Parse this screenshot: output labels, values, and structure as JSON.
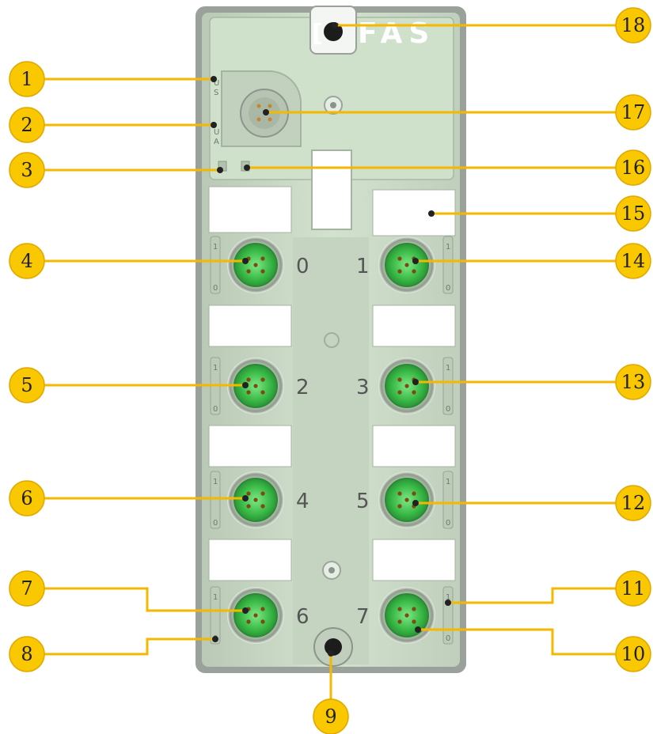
{
  "brand": {
    "logo_text": "FAS"
  },
  "port_numbers": [
    "0",
    "1",
    "2",
    "3",
    "4",
    "5",
    "6",
    "7"
  ],
  "led_labels": {
    "us": "U\nS",
    "ua": "U\nA",
    "one": "1",
    "zero": "0"
  },
  "callouts": [
    "1",
    "2",
    "3",
    "4",
    "5",
    "6",
    "7",
    "8",
    "9",
    "10",
    "11",
    "12",
    "13",
    "14",
    "15",
    "16",
    "17",
    "18"
  ],
  "colors": {
    "callout_fill": "#fac800",
    "callout_line": "#f5b800",
    "housing": "#c8d8c4",
    "frame": "#8a8f8a",
    "connector_green": "#3cbf4a"
  }
}
